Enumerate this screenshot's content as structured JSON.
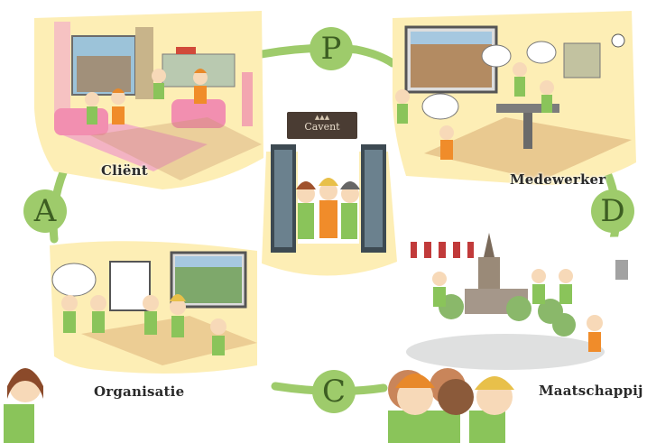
{
  "scenes": {
    "client": "Cliënt",
    "employee": "Medewerker",
    "organisation": "Organisatie",
    "society": "Maatschappij"
  },
  "cycle": {
    "top": "P",
    "right": "D",
    "bottom": "C",
    "left": "A"
  },
  "sign": {
    "name": "Cavent"
  },
  "colors": {
    "cycle_green": "#9ecb6b",
    "letter_text": "#3d5e22",
    "scene_cream": "#fdeeb5",
    "shirt_green": "#8ac45a",
    "hair_orange": "#e8892a"
  }
}
